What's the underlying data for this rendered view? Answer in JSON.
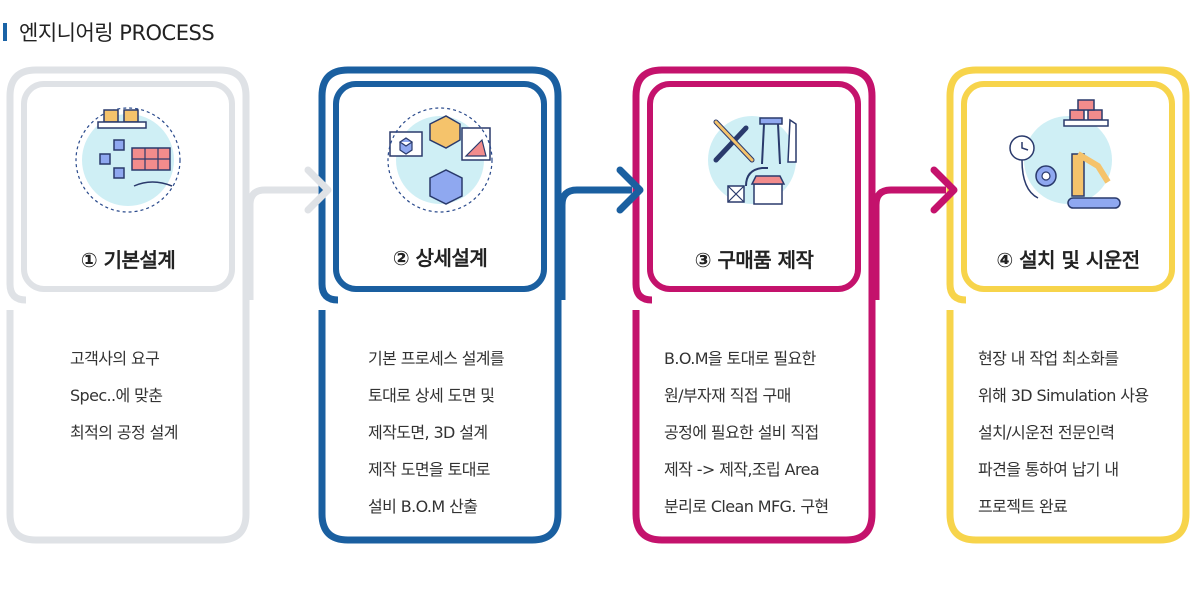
{
  "header": {
    "title": "엔지니어링 PROCESS"
  },
  "colors": {
    "gray": "#dfe2e6",
    "blue": "#1a5fa0",
    "magenta": "#c4126c",
    "yellow": "#f7d44b",
    "accent": "#1a63a6"
  },
  "steps": [
    {
      "number": "①",
      "title": "기본설계",
      "lines": [
        "고객사의 요구",
        "Spec..에 맞춘",
        "최적의 공정 설계"
      ],
      "icon": "conveyor-boxes-icon"
    },
    {
      "number": "②",
      "title": "상세설계",
      "lines": [
        "기본 프로세스 설계를",
        "토대로 상세 도면 및",
        "제작도면, 3D 설계",
        "제작 도면을 토대로",
        "설비 B.O.M 산출"
      ],
      "icon": "cad-design-icon"
    },
    {
      "number": "③",
      "title": "구매품 제작",
      "lines": [
        "B.O.M을 토대로 필요한",
        "원/부자재 직접 구매",
        "공정에 필요한 설비 직접",
        "제작 -> 제작,조립 Area",
        "분리로 Clean MFG. 구현"
      ],
      "icon": "tools-workshop-icon"
    },
    {
      "number": "④",
      "title": "설치 및 시운전",
      "lines": [
        "현장 내 작업 최소화를",
        "위해 3D Simulation 사용",
        "설치/시운전 전문인력",
        "파견을 통하여 납기 내",
        "프로젝트 완료"
      ],
      "icon": "robot-arm-icon"
    }
  ]
}
